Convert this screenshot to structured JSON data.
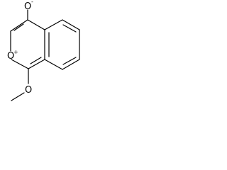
{
  "molecule": {
    "atoms": {
      "top_oxygen": {
        "symbol": "O",
        "charge": "-"
      },
      "ring_oxygen": {
        "symbol": "O",
        "charge": "+"
      },
      "methoxy_oxygen": {
        "symbol": "O"
      }
    }
  }
}
